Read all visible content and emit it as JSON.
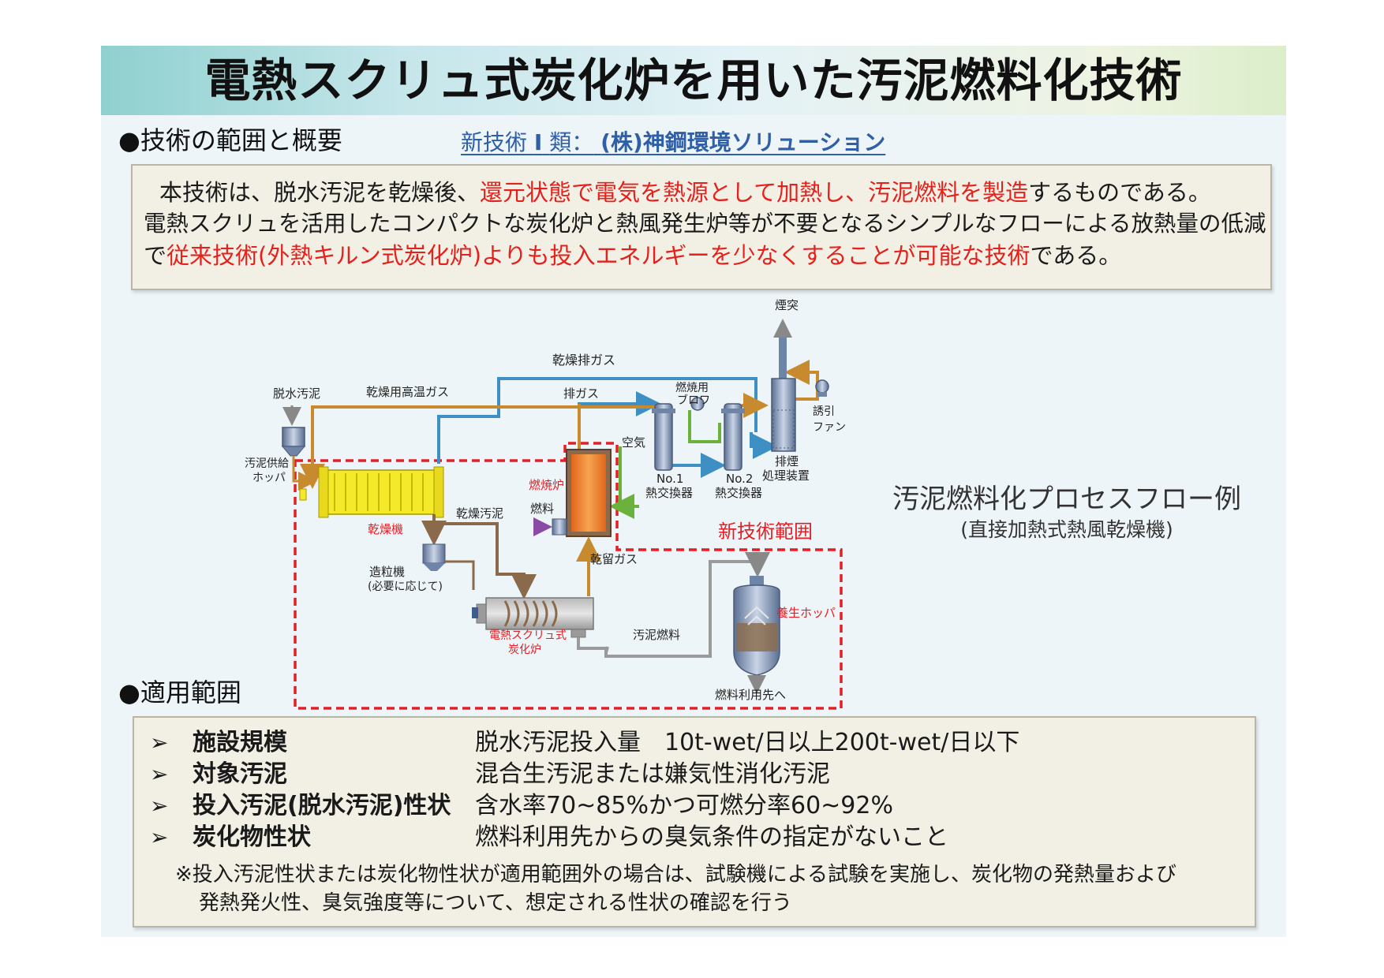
{
  "title": "電熱スクリュ式炭化炉を用いた汚泥燃料化技術",
  "overview": {
    "heading": "●技術の範囲と概要",
    "company_prefix": "新技術",
    "company_class": "Ⅰ",
    "company_suffix": "類：",
    "company_name": "(株)神鋼環境ソリューション",
    "line1_a": "本技術は、脱水汚泥を乾燥後、",
    "line1_red": "還元状態で電気を熱源として加熱し、汚泥燃料を製造",
    "line1_b": "するものである。",
    "line2": "電熱スクリュを活用したコンパクトな炭化炉と熱風発生炉等が不要となるシンプルなフローによる放熱量の低減",
    "line3_a": "で",
    "line3_red": "従来技術(外熱キルン式炭化炉)よりも投入エネルギーを少なくすることが可能な技術",
    "line3_b": "である。"
  },
  "diagram": {
    "caption": "汚泥燃料化プロセスフロー例",
    "subcaption": "(直接加熱式熱風乾燥機)",
    "scope_label": "新技術範囲",
    "labels": {
      "dewatered": "脱水汚泥",
      "hot_gas": "乾燥用高温ガス",
      "dry_exhaust": "乾燥排ガス",
      "exhaust_gas": "排ガス",
      "blower_1": "燃焼用",
      "blower_2": "ブロワ",
      "chimney": "煙突",
      "fan_1": "誘引",
      "fan_2": "ファン",
      "air": "空気",
      "hopper_1": "汚泥供給",
      "hopper_2": "ホッパ",
      "furnace": "燃焼炉",
      "fuel": "燃料",
      "dryer": "乾燥機",
      "dried_sludge": "乾燥汚泥",
      "hx1_1": "No.1",
      "hx1_2": "熱交換器",
      "hx2_1": "No.2",
      "hx2_2": "熱交換器",
      "treat_1": "排煙",
      "treat_2": "処理装置",
      "granulator_1": "造粒機",
      "granulator_2": "(必要に応じて)",
      "pyro_gas": "乾留ガス",
      "carbonizer_1": "電熱スクリュ式",
      "carbonizer_2": "炭化炉",
      "sludge_fuel": "汚泥燃料",
      "curing_hopper": "養生ホッパ",
      "fuel_dest": "燃料利用先へ"
    }
  },
  "scope": {
    "heading": "●適用範囲",
    "rows": [
      {
        "label": "施設規模",
        "value": "脱水汚泥投入量　10t-wet/日以上200t-wet/日以下"
      },
      {
        "label": "対象汚泥",
        "value": "混合生汚泥または嫌気性消化汚泥"
      },
      {
        "label": "投入汚泥(脱水汚泥)性状",
        "value": "含水率70~85%かつ可燃分率60~92%"
      },
      {
        "label": "炭化物性状",
        "value": "燃料利用先からの臭気条件の指定がないこと"
      }
    ],
    "bullet": "➢",
    "note_line1": "※投入汚泥性状または炭化物性状が適用範囲外の場合は、試験機による試験を実施し、炭化物の発熱量および",
    "note_line2": "発熱発火性、臭気強度等について、想定される性状の確認を行う"
  },
  "colors": {
    "red_text": "#e4211c",
    "company_blue": "#2f5fa7",
    "hot_gas_line": "#c88a2e",
    "exhaust_line": "#3e8fc4",
    "sludge_line": "#8a6a4a",
    "fuel_line": "#9a9a9a",
    "air_line": "#6bb23c",
    "dryer_yellow": "#f5ea2a",
    "furnace_orange": "#f07f1e"
  }
}
